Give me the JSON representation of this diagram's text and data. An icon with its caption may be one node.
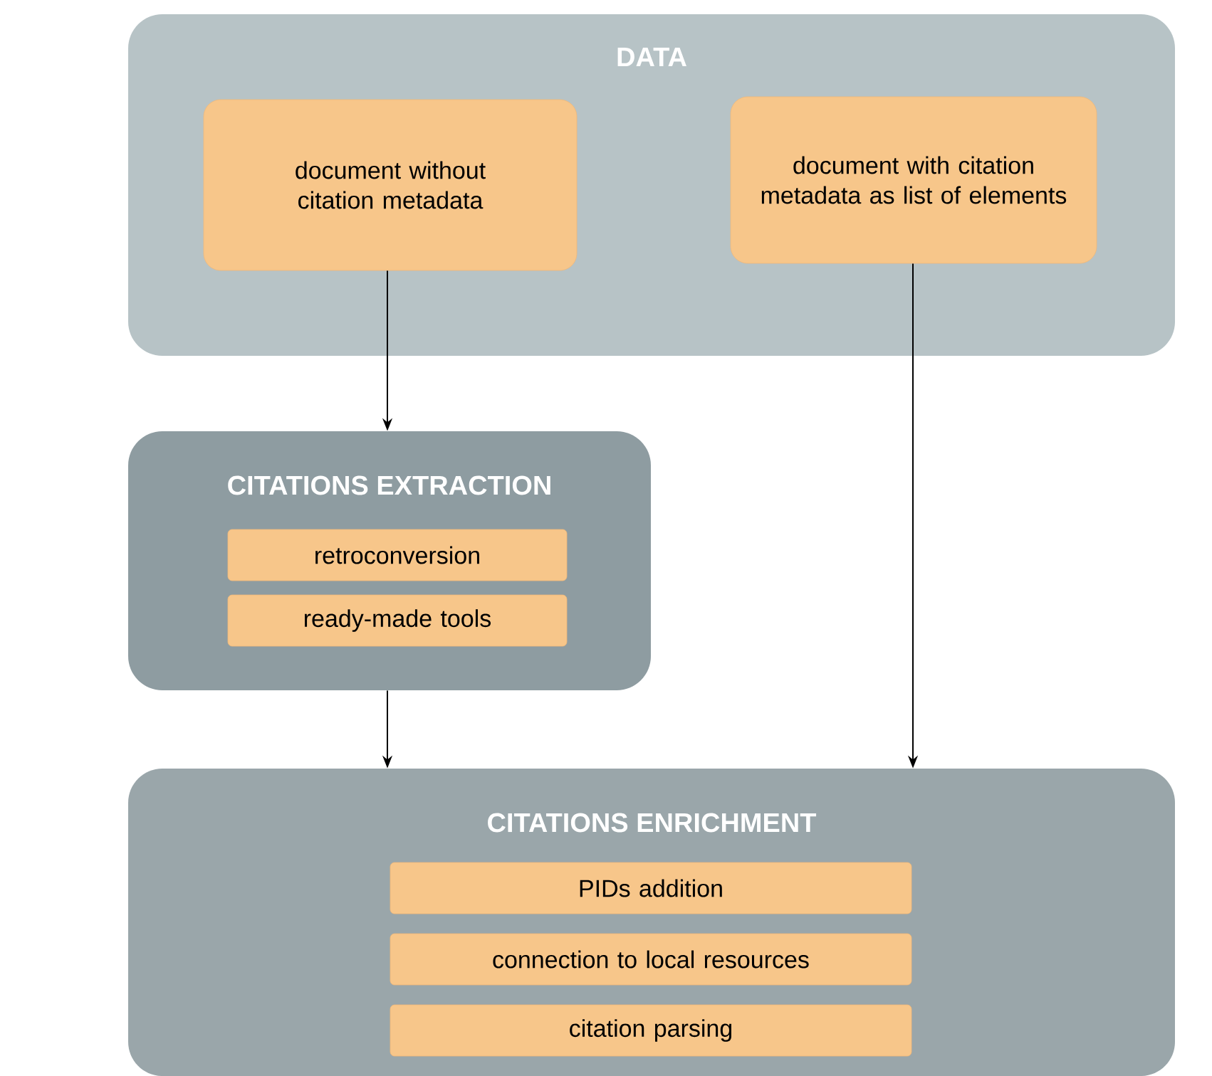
{
  "diagram": {
    "nodes": [
      {
        "text": [
          "DATA"
        ]
      },
      {
        "text": [
          "document without citation metadata"
        ],
        "in": 0
      },
      {
        "text": [
          "document with citation metadata as list of elements"
        ],
        "in": 0
      },
      {
        "text": [
          "CITATIONS EXTRACTION"
        ]
      },
      {
        "text": [
          "retroconversion"
        ],
        "in": 3
      },
      {
        "text": [
          "ready-made tools"
        ],
        "in": 3
      },
      {
        "text": [
          "CITATIONS ENRICHMENT"
        ]
      },
      {
        "text": [
          "PIDs addition"
        ],
        "in": 6
      },
      {
        "text": [
          "connection to local resources"
        ],
        "in": 6
      },
      {
        "text": [
          "citation parsing"
        ],
        "in": 6
      }
    ],
    "edges": [
      {
        "from": 1,
        "to": 3,
        "arrow": "to"
      },
      {
        "from": 3,
        "to": 6,
        "arrow": "to"
      },
      {
        "from": 2,
        "to": 6,
        "arrow": "to"
      }
    ]
  }
}
